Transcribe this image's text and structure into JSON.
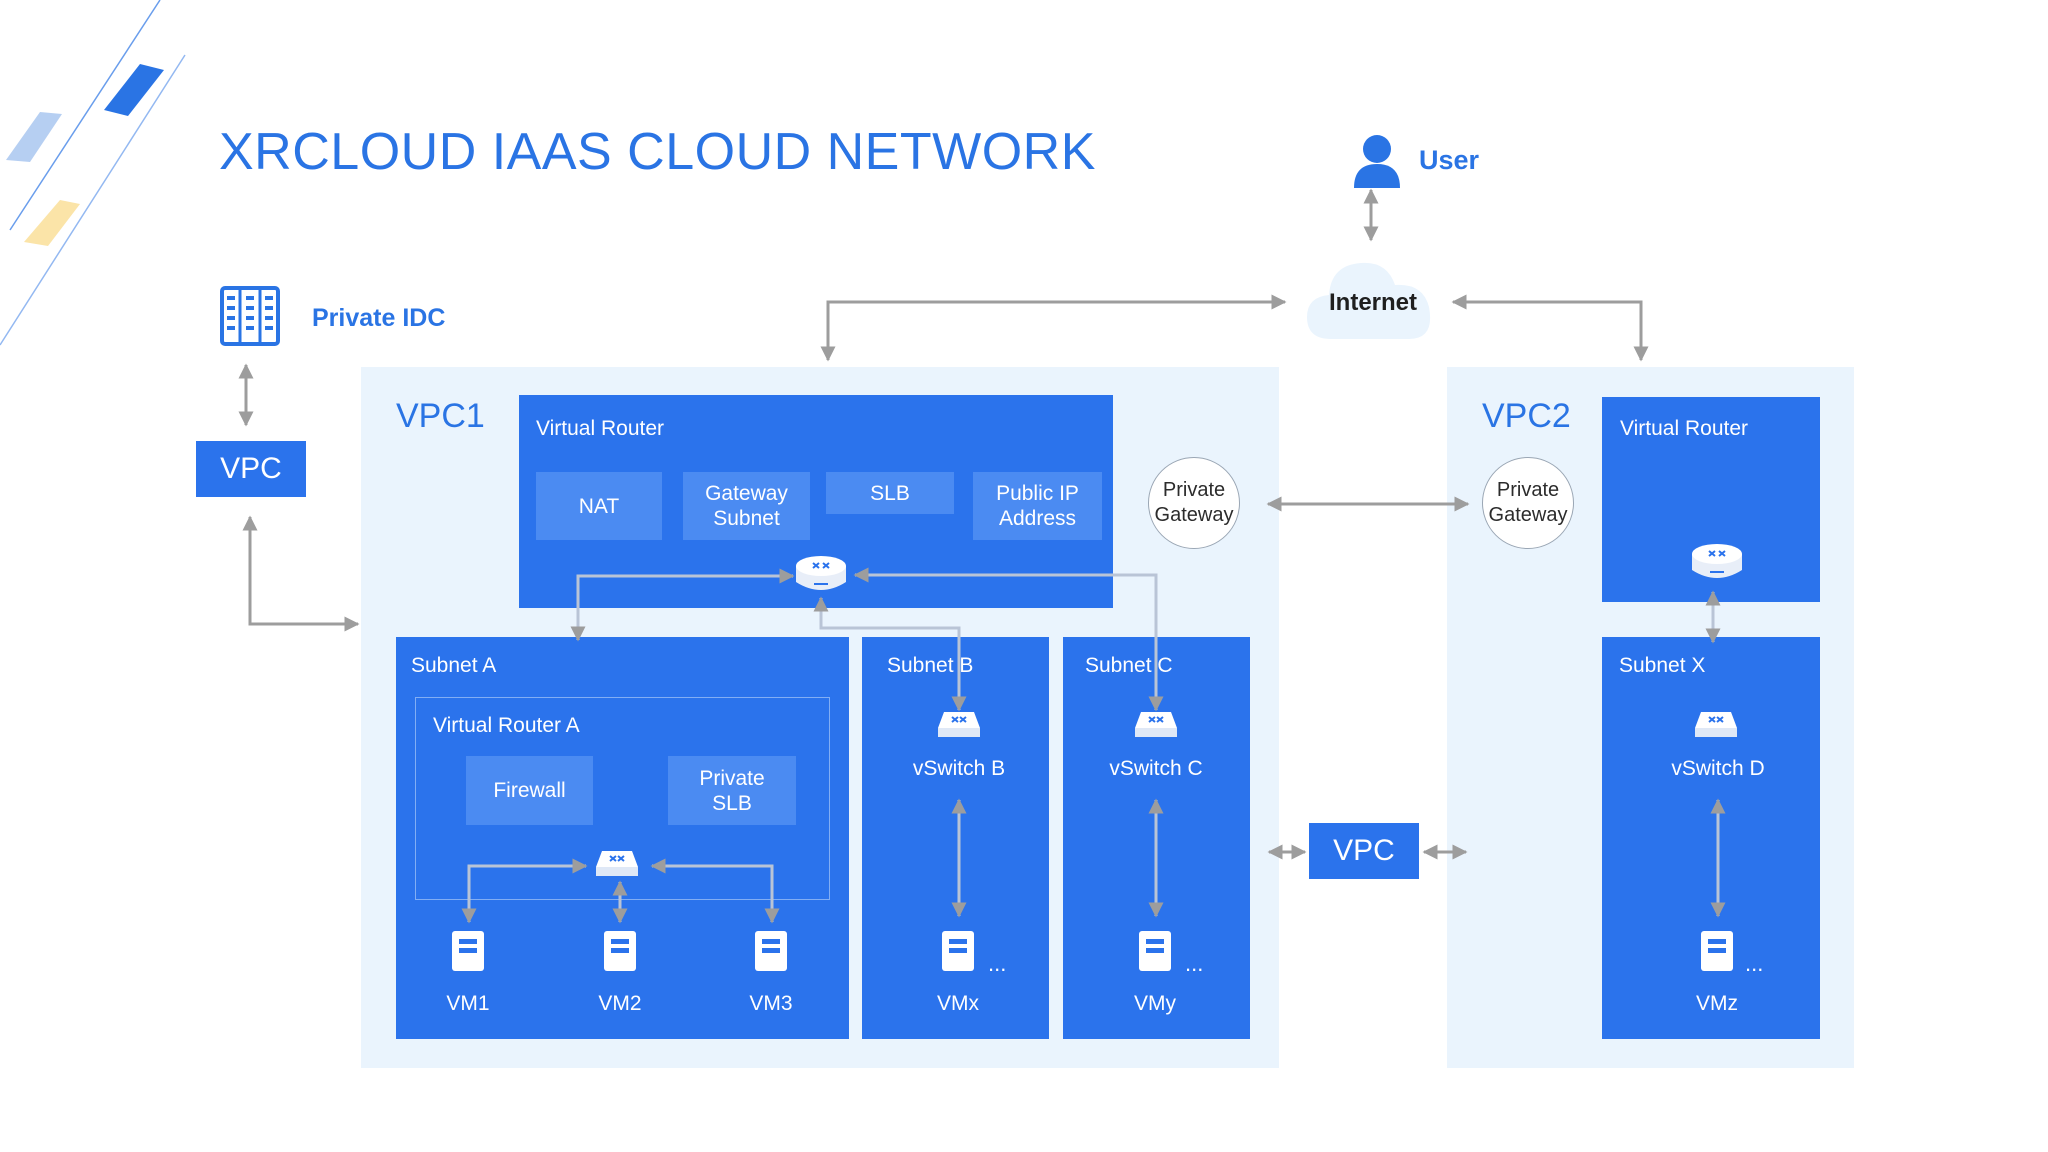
{
  "title": "XRCLOUD IAAS CLOUD NETWORK",
  "user_label": "User",
  "internet_label": "Internet",
  "private_idc_label": "Private IDC",
  "vpc_left_label": "VPC",
  "vpc_middle_label": "VPC",
  "vpc1": {
    "title": "VPC1",
    "virtual_router": {
      "title": "Virtual Router",
      "items": [
        "NAT",
        "Gateway\nSubnet",
        "SLB",
        "Public IP\nAddress"
      ]
    },
    "private_gateway": "Private\nGateway",
    "subnet_a": {
      "title": "Subnet A",
      "virtual_router_a": "Virtual Router A",
      "firewall": "Firewall",
      "private_slb": "Private\nSLB",
      "vms": [
        "VM1",
        "VM2",
        "VM3"
      ]
    },
    "subnet_b": {
      "title": "Subnet B",
      "switch": "vSwitch B",
      "vm": "VMx",
      "more": "..."
    },
    "subnet_c": {
      "title": "Subnet C",
      "switch": "vSwitch C",
      "vm": "VMy",
      "more": "..."
    }
  },
  "vpc2": {
    "title": "VPC2",
    "private_gateway": "Private\nGateway",
    "virtual_router": "Virtual Router",
    "subnet_x": {
      "title": "Subnet X",
      "switch": "vSwitch D",
      "vm": "VMz",
      "more": "..."
    }
  },
  "colors": {
    "brand_blue": "#2a74e4",
    "box_blue": "#2b73ec",
    "sub_box_blue": "#4b8bf2",
    "panel_bg": "#eaf4fd",
    "connector_gray": "#9d9d9d"
  },
  "icons": [
    "user-icon",
    "cloud-icon",
    "server-rack-icon",
    "router-icon",
    "switch-icon",
    "vm-server-icon"
  ]
}
